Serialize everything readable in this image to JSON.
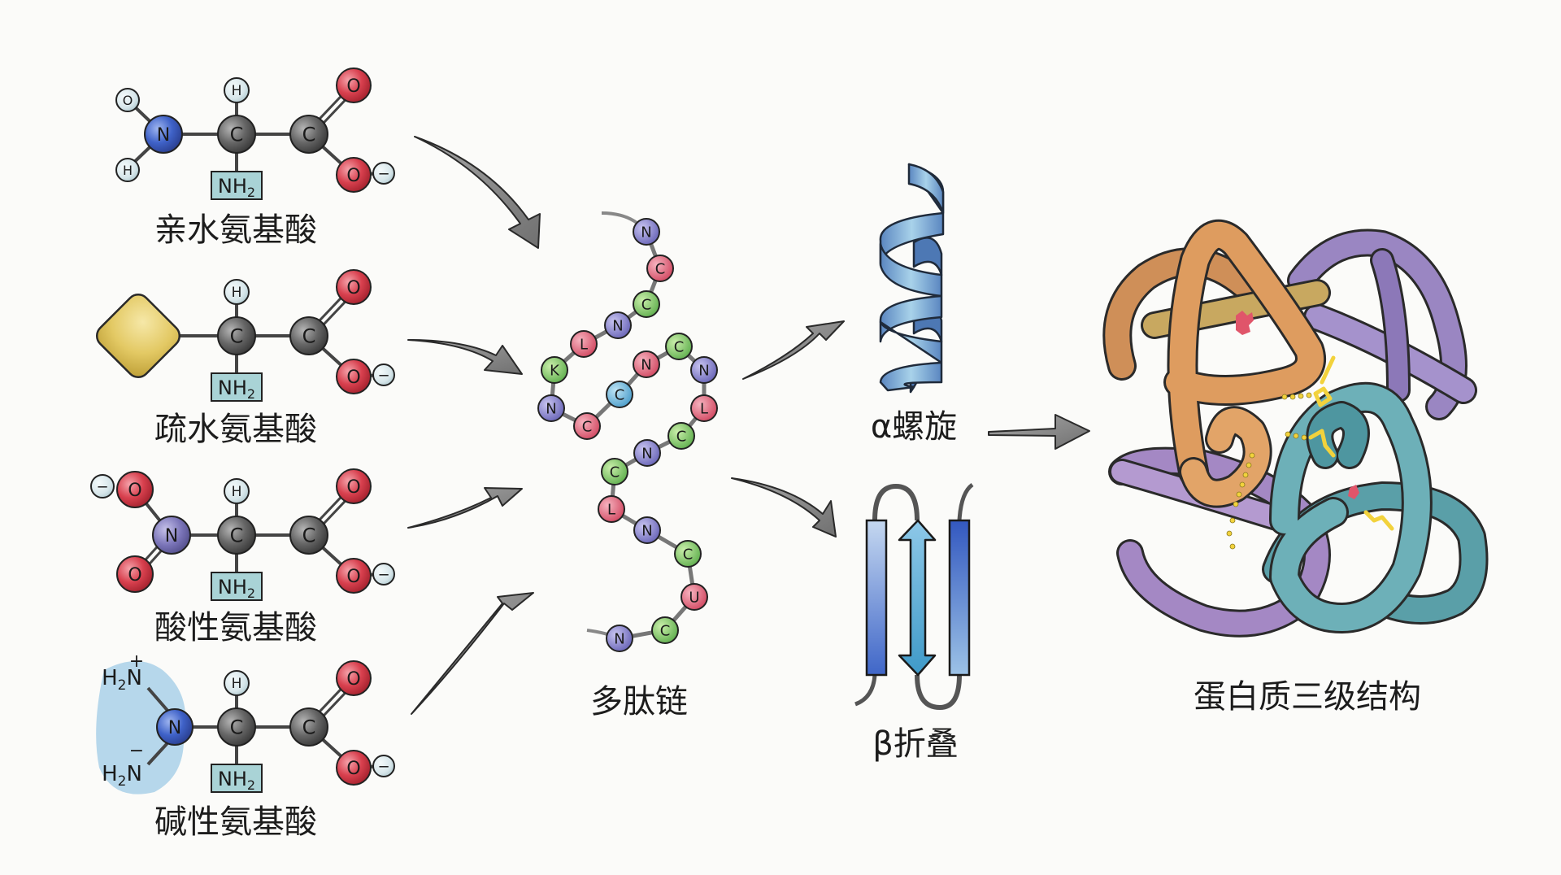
{
  "colors": {
    "background": "#fbfbf9",
    "carbon": "#5e5e5e",
    "oxygen": "#d8404e",
    "nitrogen_blue": "#3f62c8",
    "nitrogen_purple": "#7a74b8",
    "hydrogen": "#d7e6ea",
    "nh2_box": "#a9d3d6",
    "hydrophobic_group": "#e3c964",
    "basic_cloud": "#9fcbe6",
    "arrow": "#8a8a8a",
    "helix": "#6ea3d0",
    "sheet_dark": "#3f66c8",
    "sheet_light": "#9cc2e6",
    "protein_orange": "#d9955a",
    "protein_purple": "#9a86c2",
    "protein_teal": "#5a9fa8",
    "bond_yellow": "#f2d23c"
  },
  "amino_acids": [
    {
      "name": "亲水氨基酸",
      "side_group": "hydroxylamine",
      "atoms": {
        "side_top": "O",
        "side_center": "N",
        "side_bottom": "H",
        "alpha_h": "H",
        "alpha_c": "C",
        "carboxyl_c": "C",
        "carboxyl_o_top": "O",
        "carboxyl_o_bottom": "O",
        "charge": "−",
        "amine": "NH",
        "amine_sub": "2"
      }
    },
    {
      "name": "疏水氨基酸",
      "side_group": "hydrophobic-block",
      "atoms": {
        "alpha_h": "H",
        "alpha_c": "C",
        "carboxyl_c": "C",
        "carboxyl_o_top": "O",
        "carboxyl_o_bottom": "O",
        "charge": "−",
        "amine": "NH",
        "amine_sub": "2"
      }
    },
    {
      "name": "酸性氨基酸",
      "side_group": "nitro",
      "atoms": {
        "side_top": "O",
        "side_top_charge": "−",
        "side_center": "N",
        "side_bottom": "O",
        "alpha_h": "H",
        "alpha_c": "C",
        "carboxyl_c": "C",
        "carboxyl_o_top": "O",
        "carboxyl_o_bottom": "O",
        "charge": "−",
        "amine": "NH",
        "amine_sub": "2"
      }
    },
    {
      "name": "碱性氨基酸",
      "side_group": "guanidino",
      "atoms": {
        "side_top": "H",
        "side_top_sub": "2",
        "side_top_n": "N",
        "side_top_charge": "+",
        "side_center": "N",
        "side_bottom": "H",
        "side_bottom_sub": "2",
        "side_bottom_n": "N",
        "side_bottom_charge": "−",
        "alpha_h": "H",
        "alpha_c": "C",
        "carboxyl_c": "C",
        "carboxyl_o_top": "O",
        "carboxyl_o_bottom": "O",
        "charge": "−",
        "amine": "NH",
        "amine_sub": "2"
      }
    }
  ],
  "polypeptide": {
    "label": "多肽链",
    "residues": [
      {
        "letter": "N",
        "color": "purple"
      },
      {
        "letter": "C",
        "color": "red"
      },
      {
        "letter": "C",
        "color": "green"
      },
      {
        "letter": "N",
        "color": "purple"
      },
      {
        "letter": "L",
        "color": "red"
      },
      {
        "letter": "K",
        "color": "green"
      },
      {
        "letter": "N",
        "color": "purple"
      },
      {
        "letter": "C",
        "color": "red"
      },
      {
        "letter": "C",
        "color": "blue"
      },
      {
        "letter": "N",
        "color": "red"
      },
      {
        "letter": "C",
        "color": "green"
      },
      {
        "letter": "N",
        "color": "purple"
      },
      {
        "letter": "L",
        "color": "red"
      },
      {
        "letter": "C",
        "color": "green"
      },
      {
        "letter": "N",
        "color": "purple"
      },
      {
        "letter": "C",
        "color": "green"
      },
      {
        "letter": "L",
        "color": "red"
      },
      {
        "letter": "N",
        "color": "purple"
      },
      {
        "letter": "C",
        "color": "green"
      },
      {
        "letter": "U",
        "color": "red"
      },
      {
        "letter": "C",
        "color": "green"
      },
      {
        "letter": "N",
        "color": "purple"
      }
    ]
  },
  "secondary": {
    "alpha_helix_label": "α螺旋",
    "beta_sheet_label": "β折叠"
  },
  "tertiary": {
    "label": "蛋白质三级结构"
  }
}
